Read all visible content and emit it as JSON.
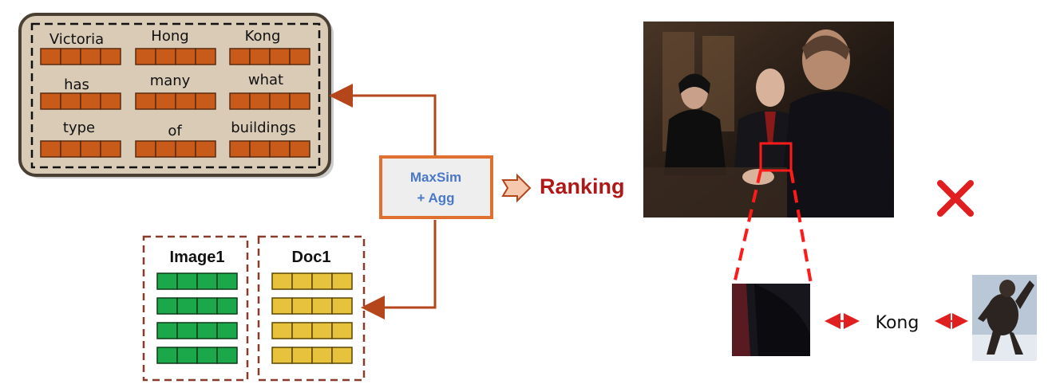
{
  "query": {
    "words": [
      "Victoria",
      "Hong",
      "Kong",
      "has",
      "many",
      "what",
      "type",
      "of",
      "buildings"
    ]
  },
  "candidates": {
    "image_label": "Image1",
    "doc_label": "Doc1"
  },
  "scoring": {
    "line1": "MaxSim",
    "line2": "+ Agg"
  },
  "ranking_label": "Ranking",
  "match": {
    "word": "Kong"
  },
  "colors": {
    "query_box_fill": "#d9cbb6",
    "query_box_border": "#4a3f33",
    "token_orange": "#c85a1a",
    "token_green": "#1aa84a",
    "token_yellow": "#e7c23c",
    "arrow": "#b5451b",
    "scoring_border": "#e07030",
    "scoring_text": "#4a78c8",
    "ranking_text": "#b01818",
    "mismatch": "#e02020"
  }
}
